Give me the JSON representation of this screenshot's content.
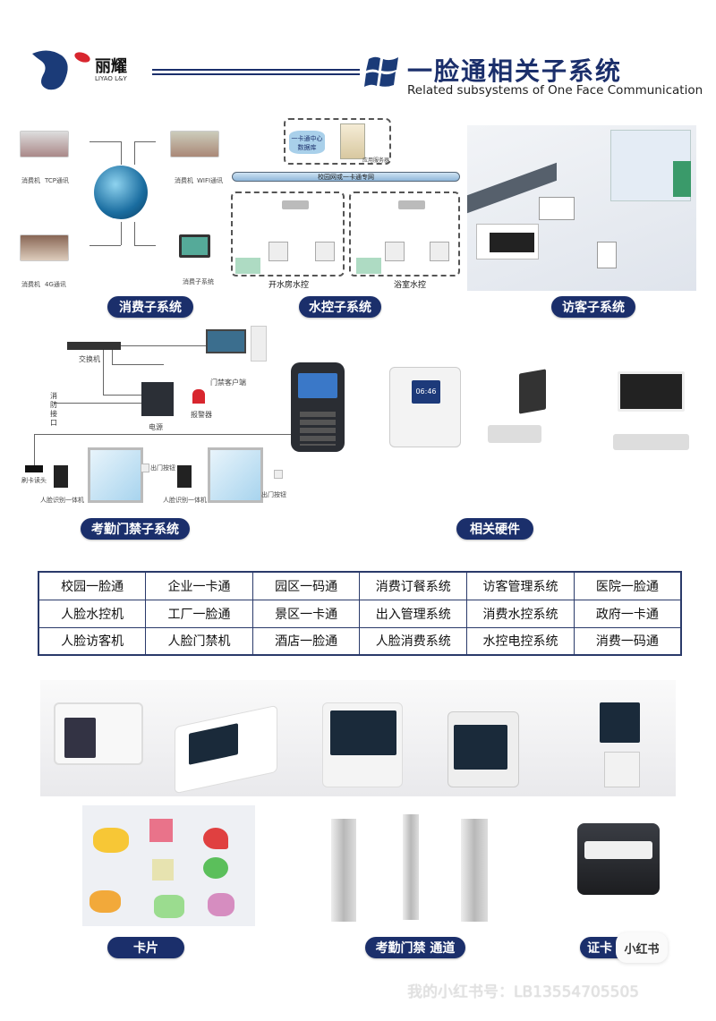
{
  "header": {
    "logo_cn": "丽耀",
    "logo_en": "LIYAO L&Y",
    "title": "一脸通相关子系统",
    "subtitle": "Related subsystems of One Face Communication"
  },
  "consumption": {
    "label": "消费子系统",
    "items": [
      "消费机",
      "TCP通讯",
      "消费机",
      "WIFI通讯",
      "消费机",
      "4G通讯",
      "消费子系统"
    ]
  },
  "water": {
    "label": "水控子系统",
    "database": "一卡通中心数据库",
    "server": "应用服务器",
    "network": "校园网或一卡通专网",
    "zone1": "开水房水控",
    "zone2": "浴室水控"
  },
  "visitor": {
    "label": "访客子系统"
  },
  "access": {
    "label": "考勤门禁子系统",
    "switch": "交换机",
    "client": "门禁客户端",
    "fire": "消防接口",
    "alarm": "报警器",
    "power": "电源",
    "card_reader": "刷卡读头",
    "face1": "人脸识别一体机",
    "face2": "人脸识别一体机",
    "exit1": "出门按钮",
    "exit2": "出门按钮"
  },
  "hardware": {
    "label": "相关硬件",
    "screen_time": "06:46"
  },
  "solutions": [
    [
      "校园一脸通",
      "企业一卡通",
      "园区一码通",
      "消费订餐系统",
      "访客管理系统",
      "医院一脸通"
    ],
    [
      "人脸水控机",
      "工厂一脸通",
      "景区一卡通",
      "出入管理系统",
      "消费水控系统",
      "政府一卡通"
    ],
    [
      "人脸访客机",
      "人脸门禁机",
      "酒店一脸通",
      "人脸消费系统",
      "水控电控系统",
      "消费一码通"
    ]
  ],
  "bottom": {
    "cards": "卡片",
    "gates": "考勤门禁 通道",
    "printer": "证卡",
    "badge": "小红书",
    "watermark": "我的小红书号：LB13554705505"
  },
  "colors": {
    "brand": "#1b2f6b",
    "accent_red": "#d8262e"
  }
}
